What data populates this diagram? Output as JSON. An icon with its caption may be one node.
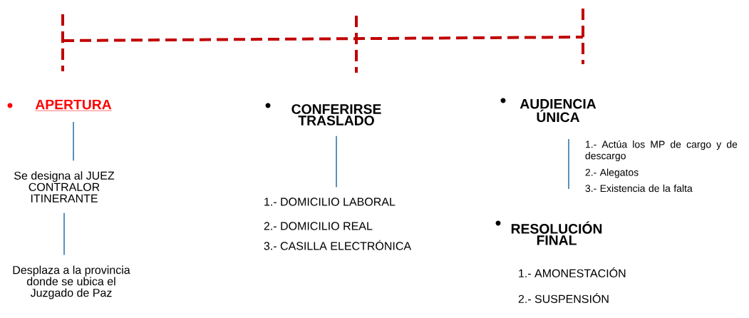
{
  "diagram": {
    "nodes": [
      {
        "text": [
          "APERTURA"
        ]
      },
      {
        "text": [
          "Se designa al JUEZ CONTRALOR ITINERANTE"
        ]
      },
      {
        "text": [
          "Desplaza a la provincia donde se ubica el Juzgado de Paz"
        ]
      },
      {
        "text": [
          "CONFERIRSE TRASLADO"
        ]
      },
      {
        "text": [
          "1.- DOMICILIO LABORAL",
          "2.- DOMICILIO REAL",
          "3.- CASILLA ELECTRÓNICA"
        ]
      }
    ],
    "edges": [
      {
        "from": 0,
        "to": 1,
        "arrow": "none"
      },
      {
        "from": 1,
        "to": 2,
        "arrow": "none"
      },
      {
        "from": 3,
        "to": 4,
        "arrow": "none"
      }
    ],
    "labels": [
      "AUDIENCIA ÚNICA",
      "1.- Actúa los MP de cargo y de descargo",
      "2.- Alegatos",
      "3.- Existencia de la falta",
      "RESOLUCIÓN FINAL",
      "1.- AMONESTACIÓN",
      "2.- SUSPENSIÓN"
    ]
  }
}
